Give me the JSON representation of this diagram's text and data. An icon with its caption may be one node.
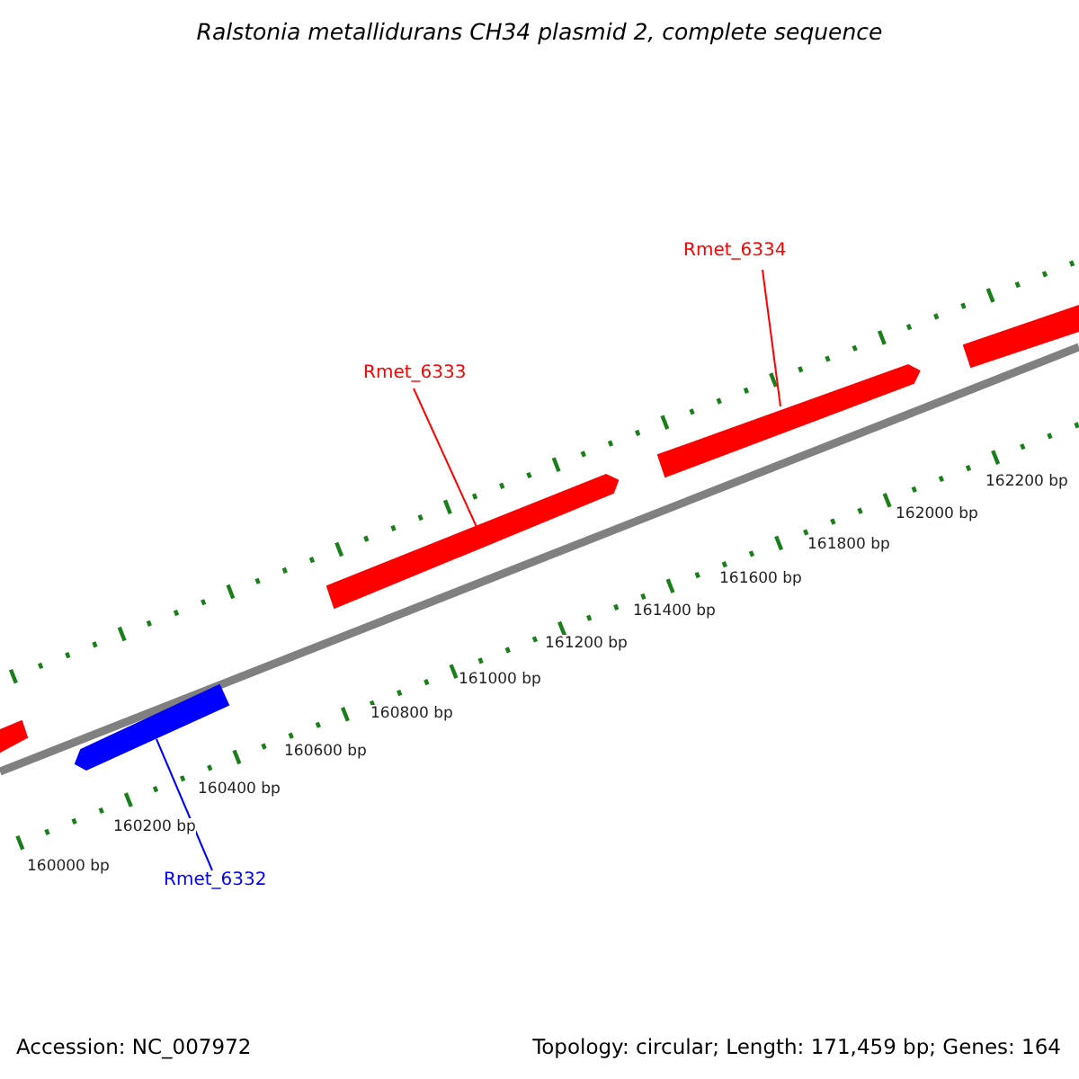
{
  "diagram": {
    "title": "Ralstonia metallidurans CH34 plasmid 2, complete sequence",
    "nodes": [
      {
        "text": [
          "Rmet_6334"
        ]
      },
      {
        "text": [
          "Rmet_6333"
        ]
      },
      {
        "text": [],
        "shape": "bar"
      },
      {
        "text": [],
        "shape": "arrow"
      },
      {
        "text": [],
        "shape": "arrow"
      },
      {
        "text": [],
        "shape": "bar"
      },
      {
        "text": [],
        "shape": "arrow"
      },
      {
        "text": [
          "Rmet_6332"
        ]
      }
    ],
    "edges": [
      {
        "from": 0,
        "to": 3,
        "arrow": "none"
      },
      {
        "from": 1,
        "to": 4,
        "arrow": "none"
      },
      {
        "from": 7,
        "to": 6,
        "arrow": "none",
        "color": "#0000ff"
      }
    ],
    "labels": [
      "160000 bp",
      "160200 bp",
      "160400 bp",
      "160600 bp",
      "160800 bp",
      "161000 bp",
      "161200 bp",
      "161400 bp",
      "161600 bp",
      "161800 bp",
      "162000 bp",
      "162200 bp",
      "Accession: NC_007972",
      "Topology: circular; Length: 171,459 bp; Genes: 164"
    ]
  }
}
